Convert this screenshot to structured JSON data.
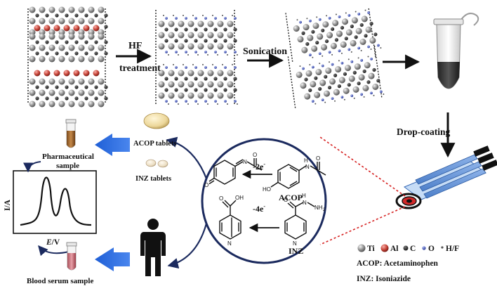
{
  "steps": {
    "hf": "HF",
    "treatment": "treatment",
    "sonication": "Sonication",
    "drop_coating": "Drop-coating"
  },
  "samples": {
    "pharmaceutical_line1": "Pharmaceutical",
    "pharmaceutical_line2": "sample",
    "blood": "Blood serum sample",
    "acop_tablets": "ACOP tablets",
    "inz_tablets": "INZ tablets"
  },
  "plot": {
    "ylabel": "I/A",
    "xlabel_italic": "E",
    "xlabel_unit": "/V"
  },
  "reactions": {
    "acop_electrons": "-2e",
    "inz_electrons": "-4e",
    "electron_superscript": "-",
    "acop_label": "ACOP",
    "inz_label": "INZ"
  },
  "legend": {
    "ti": "Ti",
    "al": "Al",
    "c": "C",
    "o": "O",
    "hf": "H/F",
    "acop_def": "ACOP: Acetaminophen",
    "inz_def": "INZ: Isoniazide"
  },
  "colors": {
    "arrow_blue": "#1f5fd6",
    "circle_navy": "#1b2a5e",
    "electrode_blue": "#5e8fd6",
    "dashed_red": "#d62020",
    "al_red": "#c8453a",
    "o_blue": "#3a4fb5"
  }
}
